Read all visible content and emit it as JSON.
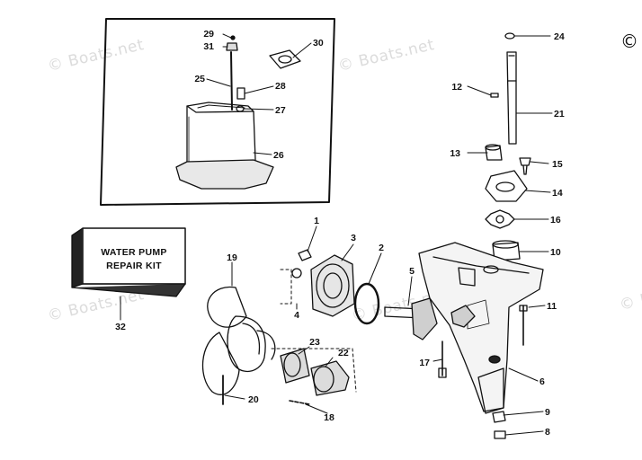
{
  "watermark": "© Boats.net",
  "copyright_symbol": "©",
  "kit_box": {
    "line1": "WATER PUMP",
    "line2": "REPAIR KIT"
  },
  "callouts": {
    "c1": "1",
    "c2": "2",
    "c3": "3",
    "c4": "4",
    "c5": "5",
    "c6": "6",
    "c8": "8",
    "c9": "9",
    "c10": "10",
    "c11": "11",
    "c12": "12",
    "c13": "13",
    "c14": "14",
    "c15": "15",
    "c16": "16",
    "c17": "17",
    "c18": "18",
    "c19": "19",
    "c20": "20",
    "c21": "21",
    "c22": "22",
    "c23": "23",
    "c24": "24",
    "c25": "25",
    "c26": "26",
    "c27": "27",
    "c28": "28",
    "c29": "29",
    "c30": "30",
    "c31": "31",
    "c32": "32"
  }
}
